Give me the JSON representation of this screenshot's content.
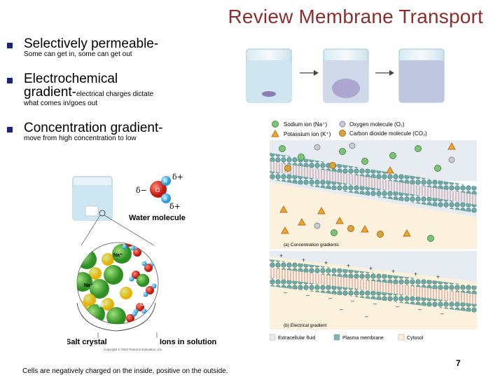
{
  "slide": {
    "title": "Review Membrane Transport",
    "bullets": [
      {
        "head": "Selectively permeable-",
        "sub": "Some can get in, some can get out"
      },
      {
        "head_line1": "Electrochemical",
        "head_line2": "gradient-",
        "sub_inline": "electrical charges dictate",
        "sub": "what comes in/goes out"
      },
      {
        "head": "Concentration gradient-",
        "sub": "move from high concentration to low"
      }
    ],
    "footer": "Cells are negatively charged on the inside, positive on the outside.",
    "page_number": "7"
  },
  "salt_figure": {
    "water_molecule_label": "Water molecule",
    "delta_minus": "δ−",
    "delta_plus": "δ+",
    "atom_o": "O",
    "atom_h": "H",
    "na_label": "Na⁺",
    "cl_label": "Cl⁻",
    "salt_crystal_label": "Salt crystal",
    "ions_label": "Ions in solution",
    "copyright": "Copyright © 2010 Pearson Education, Inc."
  },
  "membrane_figure": {
    "legend": {
      "sodium": "Sodium ion (Na⁺)",
      "potassium": "Potassium ion (K⁺)",
      "oxygen": "Oxygen molecule (O₂)",
      "co2": "Carbon dioxide molecule (CO₂)"
    },
    "panel_a": "(a) Concentration gradients",
    "panel_b": "(b) Electrical gradient",
    "key": {
      "extracellular": "Extracellular fluid",
      "plasma": "Plasma membrane",
      "cytosol": "Cytosol"
    },
    "colors": {
      "sodium": "#7cc47a",
      "potassium": "#f0a531",
      "oxygen": "#c9ccd6",
      "co2": "#d9a23a",
      "extracellular": "#e6ecf1",
      "cytosol": "#fbf1dc",
      "membrane": "#7fb3b0"
    }
  }
}
